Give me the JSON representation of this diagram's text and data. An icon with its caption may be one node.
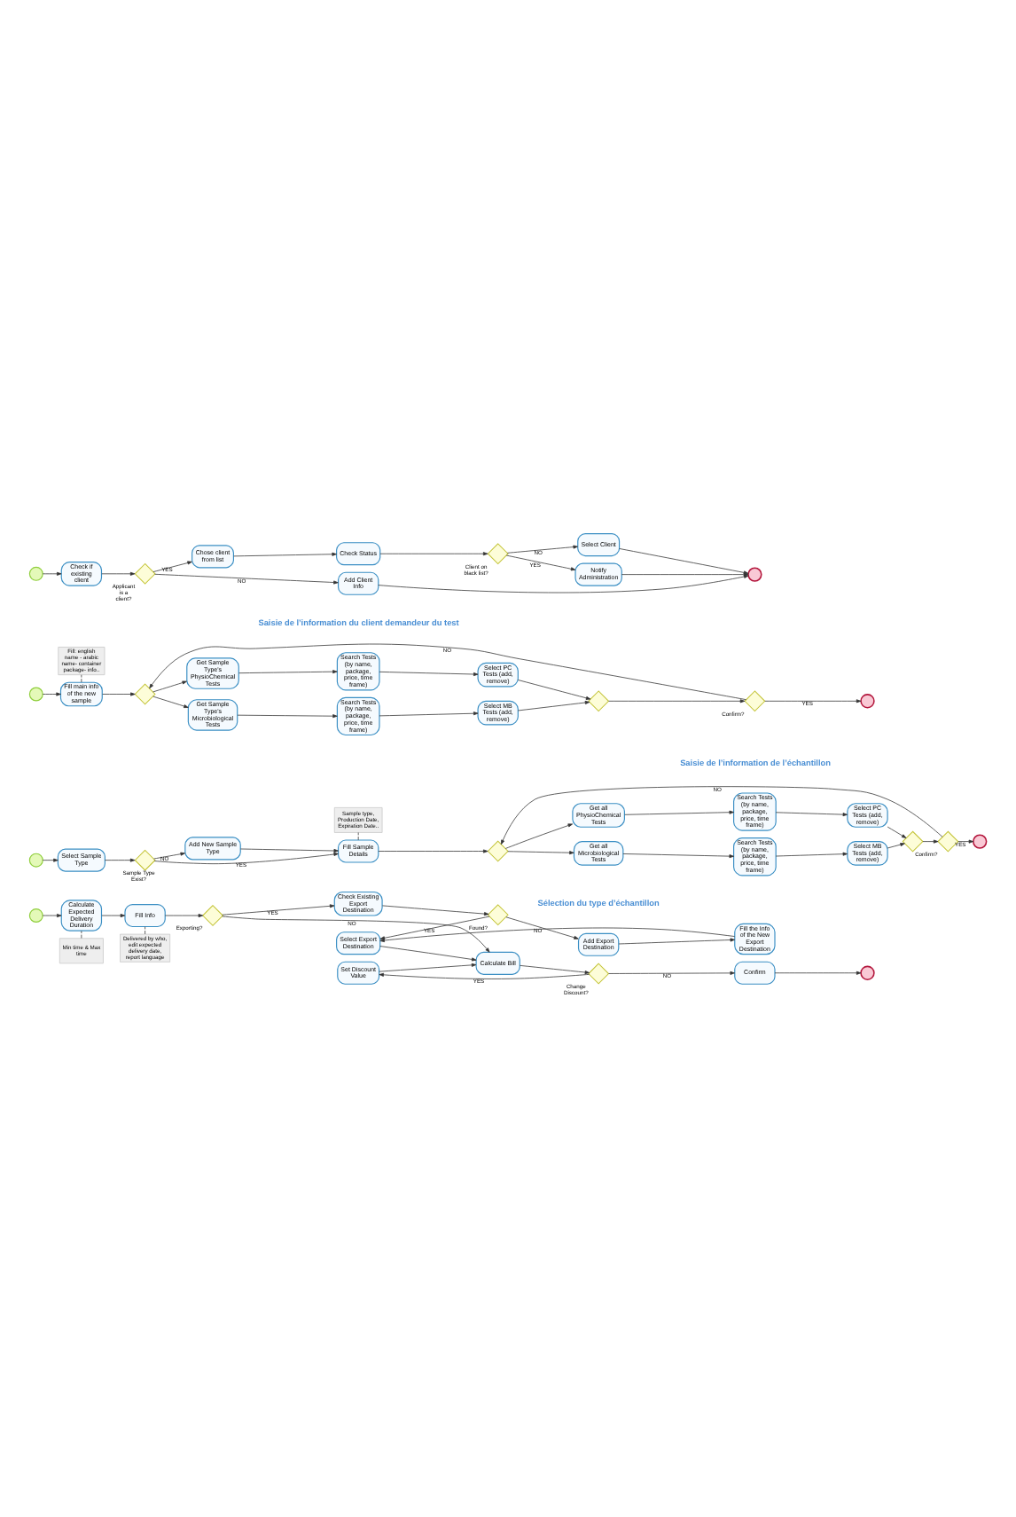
{
  "diagram": {
    "nodes": [
      {
        "text": [],
        "shape": "circle"
      },
      {
        "text": [
          "Check if existing client"
        ]
      },
      {
        "text": [
          "Applicant is a client?"
        ]
      },
      {
        "text": [
          "Chose client from list"
        ]
      },
      {
        "text": [
          "Add Client Info"
        ]
      },
      {
        "text": [
          "Check Status"
        ]
      },
      {
        "text": [
          "Client on black list?"
        ]
      },
      {
        "text": [
          "Select Client"
        ]
      },
      {
        "text": [
          "Notify Administration"
        ]
      },
      {
        "text": [],
        "shape": "circle"
      },
      {
        "text": [],
        "shape": "circle"
      },
      {
        "text": [
          "Fill: english name - arabic name- container package- info.."
        ]
      },
      {
        "text": [
          "Fill main info of the new sample"
        ]
      },
      {
        "text": [],
        "shape": "diamond"
      },
      {
        "text": [
          "Get Sample Type's PhysioChemical Tests"
        ]
      },
      {
        "text": [
          "Search Tests (by name, package, price, time frame)"
        ]
      },
      {
        "text": [
          "Select PC Tests (add, remove)"
        ]
      },
      {
        "text": [
          "Get Sample Type's Microbiological Tests"
        ]
      },
      {
        "text": [
          "Search Tests (by name, package, price, time frame)"
        ]
      },
      {
        "text": [
          "Select MB Tests (add, remove)"
        ]
      },
      {
        "text": [],
        "shape": "diamond"
      },
      {
        "text": [
          "Confirm?"
        ]
      },
      {
        "text": [],
        "shape": "circle"
      },
      {
        "text": [],
        "shape": "circle"
      },
      {
        "text": [
          "Select Sample Type"
        ]
      },
      {
        "text": [
          "Sample Type Exist?"
        ]
      },
      {
        "text": [
          "Add New Sample Type"
        ]
      },
      {
        "text": [
          "Sample type, Production Date, Expiration Date.."
        ]
      },
      {
        "text": [
          "Fill Sample Details"
        ]
      },
      {
        "text": [],
        "shape": "diamond"
      },
      {
        "text": [
          "Get all PhysioChemical Tests"
        ]
      },
      {
        "text": [
          "Search Tests (by name, package, price, time frame)"
        ]
      },
      {
        "text": [
          "Select PC Tests (add, remove)"
        ]
      },
      {
        "text": [
          "Get all Microbiological Tests"
        ]
      },
      {
        "text": [
          "Search Tests (by name, package, price, time frame)"
        ]
      },
      {
        "text": [
          "Select MB Tests (add, remove)"
        ]
      },
      {
        "text": [],
        "shape": "diamond"
      },
      {
        "text": [
          "Confirm?"
        ]
      },
      {
        "text": [],
        "shape": "circle"
      },
      {
        "text": [],
        "shape": "circle"
      },
      {
        "text": [
          "Calculate Expected Delivery Duration"
        ]
      },
      {
        "text": [
          "Min time & Max time"
        ]
      },
      {
        "text": [
          "Fill Info"
        ]
      },
      {
        "text": [
          "Delivered by who, edit expected delivery date, report language"
        ]
      },
      {
        "text": [
          "Exporting?"
        ]
      },
      {
        "text": [
          "Check Existing Export Destination"
        ]
      },
      {
        "text": [
          "Found?"
        ]
      },
      {
        "text": [
          "Add Export Destination"
        ]
      },
      {
        "text": [
          "Fill the Info of the New Export Destination"
        ]
      },
      {
        "text": [
          "Select Export Destination"
        ]
      },
      {
        "text": [
          "Calculate Bill"
        ]
      },
      {
        "text": [
          "Change Discount?"
        ]
      },
      {
        "text": [
          "Confirm"
        ]
      },
      {
        "text": [
          "Set Discount Value"
        ]
      },
      {
        "text": [],
        "shape": "circle"
      }
    ],
    "edges": [
      {
        "from": 0,
        "to": 1,
        "arrow": "to"
      },
      {
        "from": 1,
        "to": 2,
        "arrow": "to"
      },
      {
        "from": 2,
        "to": 4,
        "arrow": "to",
        "label": "NO"
      },
      {
        "from": 2,
        "to": 3,
        "arrow": "to",
        "label": "YES"
      },
      {
        "from": 3,
        "to": 5,
        "arrow": "to"
      },
      {
        "from": 5,
        "to": 6,
        "arrow": "to"
      },
      {
        "from": 6,
        "to": 8,
        "arrow": "to",
        "label": "YES"
      },
      {
        "from": 6,
        "to": 7,
        "arrow": "to",
        "label": "NO"
      },
      {
        "from": 7,
        "to": 9,
        "arrow": "to"
      },
      {
        "from": 4,
        "to": 9,
        "arrow": "to"
      },
      {
        "from": 8,
        "to": 9,
        "arrow": "to"
      },
      {
        "from": 10,
        "to": 12,
        "arrow": "to"
      },
      {
        "from": 12,
        "to": 11,
        "arrow": "none",
        "style": "dashed"
      },
      {
        "from": 12,
        "to": 13,
        "arrow": "to"
      },
      {
        "from": 13,
        "to": 17,
        "arrow": "to"
      },
      {
        "from": 13,
        "to": 14,
        "arrow": "to"
      },
      {
        "from": 14,
        "to": 15,
        "arrow": "to"
      },
      {
        "from": 15,
        "to": 16,
        "arrow": "to"
      },
      {
        "from": 17,
        "to": 18,
        "arrow": "to"
      },
      {
        "from": 18,
        "to": 19,
        "arrow": "to"
      },
      {
        "from": 16,
        "to": 20,
        "arrow": "to"
      },
      {
        "from": 19,
        "to": 20,
        "arrow": "to"
      },
      {
        "from": 20,
        "to": 21,
        "arrow": "to"
      },
      {
        "from": 21,
        "to": 22,
        "arrow": "to",
        "label": "YES"
      },
      {
        "from": 21,
        "to": 13,
        "arrow": "to",
        "label": "NO"
      },
      {
        "from": 23,
        "to": 24,
        "arrow": "to"
      },
      {
        "from": 24,
        "to": 25,
        "arrow": "to"
      },
      {
        "from": 25,
        "to": 28,
        "arrow": "to",
        "label": "YES"
      },
      {
        "from": 25,
        "to": 26,
        "arrow": "to",
        "label": "NO"
      },
      {
        "from": 26,
        "to": 28,
        "arrow": "to"
      },
      {
        "from": 28,
        "to": 27,
        "arrow": "none",
        "style": "dashed"
      },
      {
        "from": 28,
        "to": 29,
        "arrow": "to"
      },
      {
        "from": 29,
        "to": 33,
        "arrow": "to"
      },
      {
        "from": 29,
        "to": 30,
        "arrow": "to"
      },
      {
        "from": 30,
        "to": 31,
        "arrow": "to"
      },
      {
        "from": 31,
        "to": 32,
        "arrow": "to"
      },
      {
        "from": 33,
        "to": 34,
        "arrow": "to"
      },
      {
        "from": 34,
        "to": 35,
        "arrow": "to"
      },
      {
        "from": 32,
        "to": 36,
        "arrow": "to"
      },
      {
        "from": 35,
        "to": 36,
        "arrow": "to"
      },
      {
        "from": 36,
        "to": 37,
        "arrow": "to"
      },
      {
        "from": 37,
        "to": 38,
        "arrow": "to",
        "label": "YES"
      },
      {
        "from": 37,
        "to": 29,
        "arrow": "to",
        "label": "NO"
      },
      {
        "from": 39,
        "to": 40,
        "arrow": "to"
      },
      {
        "from": 41,
        "to": 40,
        "arrow": "none",
        "style": "dashed"
      },
      {
        "from": 40,
        "to": 42,
        "arrow": "to"
      },
      {
        "from": 43,
        "to": 42,
        "arrow": "none",
        "style": "dashed"
      },
      {
        "from": 42,
        "to": 44,
        "arrow": "to"
      },
      {
        "from": 44,
        "to": 50,
        "arrow": "to",
        "label": "NO"
      },
      {
        "from": 44,
        "to": 45,
        "arrow": "to",
        "label": "YES"
      },
      {
        "from": 45,
        "to": 46,
        "arrow": "to"
      },
      {
        "from": 46,
        "to": 49,
        "arrow": "to",
        "label": "YES"
      },
      {
        "from": 46,
        "to": 47,
        "arrow": "to",
        "label": "NO"
      },
      {
        "from": 47,
        "to": 48,
        "arrow": "to"
      },
      {
        "from": 48,
        "to": 49,
        "arrow": "to"
      },
      {
        "from": 49,
        "to": 50,
        "arrow": "to"
      },
      {
        "from": 50,
        "to": 51,
        "arrow": "to"
      },
      {
        "from": 51,
        "to": 53,
        "arrow": "to",
        "label": "YES"
      },
      {
        "from": 51,
        "to": 52,
        "arrow": "to",
        "label": "NO"
      },
      {
        "from": 53,
        "to": 50,
        "arrow": "to"
      },
      {
        "from": 52,
        "to": 54,
        "arrow": "to"
      }
    ],
    "labels": [
      "Saisie de l’information du client demandeur du test",
      "Saisie de l’information de l’échantillon",
      "Sélection du type d’échantillon"
    ]
  }
}
